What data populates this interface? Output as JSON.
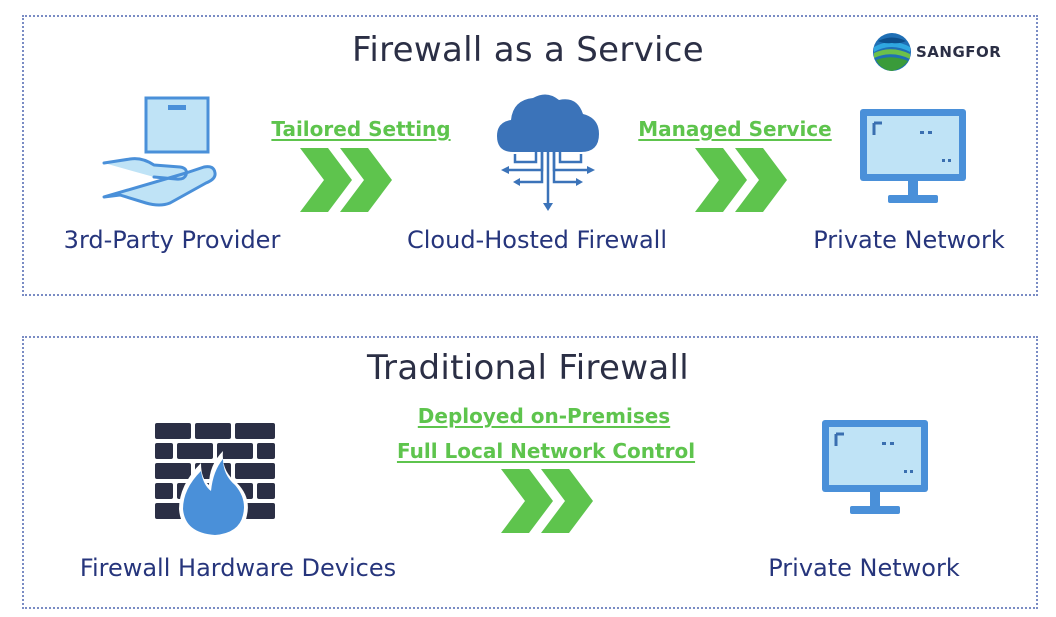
{
  "faas": {
    "title": "Firewall as a Service",
    "brand": "SANGFOR",
    "nodes": {
      "provider": "3rd-Party Provider",
      "cloud": "Cloud-Hosted Firewall",
      "private": "Private Network"
    },
    "flows": {
      "tailored": "Tailored Setting",
      "managed": "Managed Service"
    }
  },
  "traditional": {
    "title": "Traditional Firewall",
    "nodes": {
      "hardware": "Firewall Hardware Devices",
      "private": "Private Network"
    },
    "flows": {
      "line1": "Deployed on-Premises",
      "line2": "Full Local Network Control"
    }
  },
  "colors": {
    "arrow_green": "#5ec44d",
    "label_green": "#5ec44d",
    "icon_blue": "#4a90d9",
    "icon_light": "#bfe3f6",
    "cloud_blue": "#3b73b9",
    "dark_navy": "#2b2f45",
    "label_navy": "#26357c"
  },
  "icons": [
    "hand-box-icon",
    "cloud-network-icon",
    "monitor-icon",
    "brick-wall-fire-icon",
    "double-chevron-icon",
    "sangfor-logo-icon"
  ]
}
